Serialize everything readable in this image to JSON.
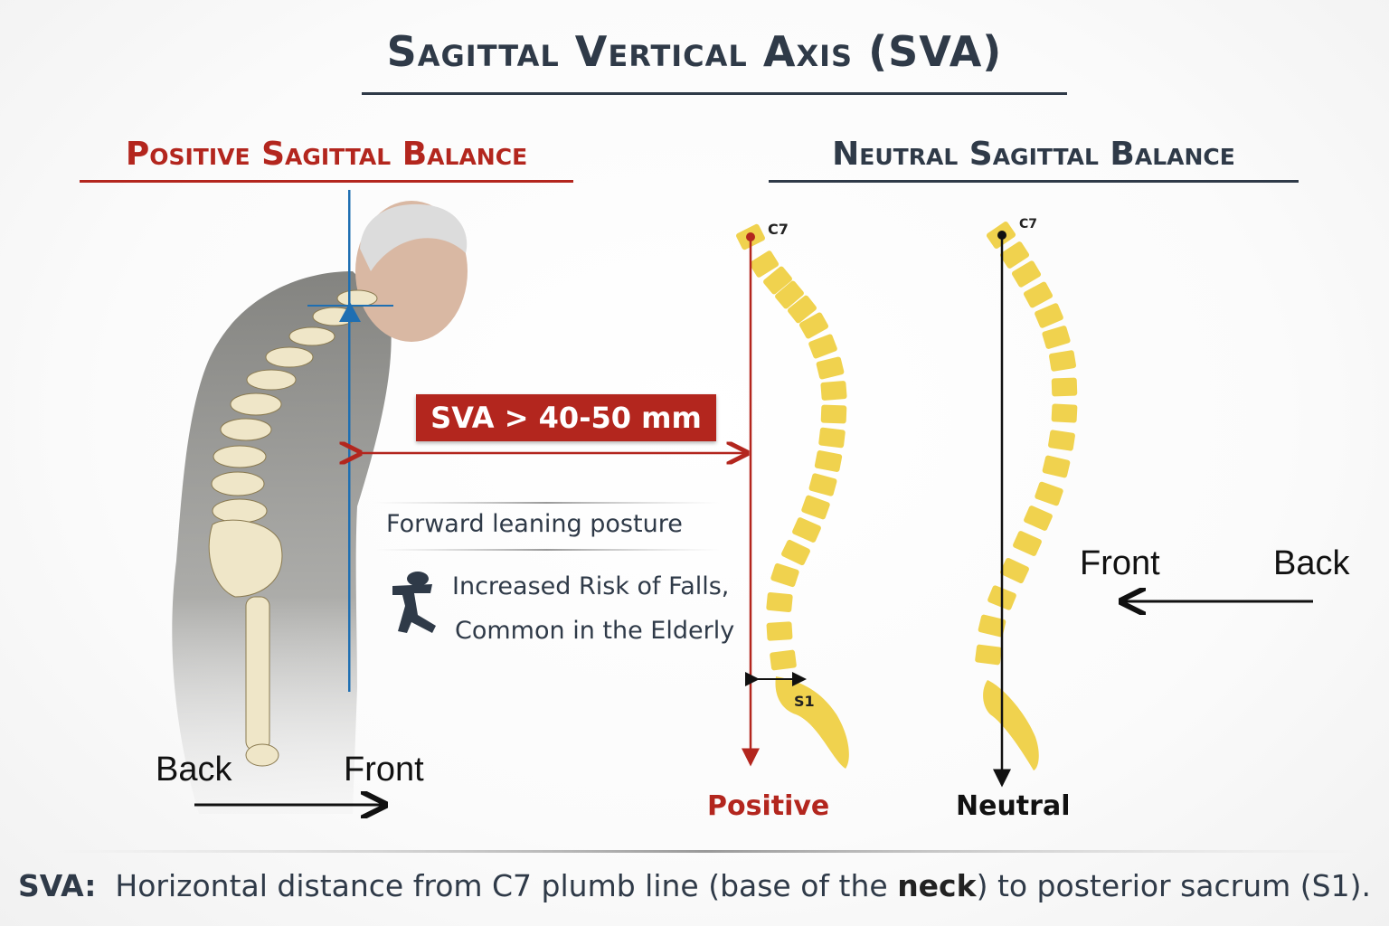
{
  "title": "Sagittal Vertical Axis (SVA)",
  "left_panel": {
    "heading": "Positive Sagittal Balance",
    "sva_badge": "SVA > 40-50 mm",
    "posture_note": "Forward leaning posture",
    "risk_line1": "Increased Risk of Falls,",
    "risk_line2": "Common in the Elderly",
    "direction_back": "Back",
    "direction_front": "Front"
  },
  "right_panel": {
    "heading": "Neutral Sagittal Balance",
    "positive_spine": {
      "c7_label": "C7",
      "s1_label": "S1",
      "caption": "Positive"
    },
    "neutral_spine": {
      "c7_label": "C7",
      "caption": "Neutral"
    },
    "direction_front": "Front",
    "direction_back": "Back"
  },
  "footer": {
    "term": "SVA:",
    "text_before": "Horizontal distance from C7 plumb line (base of the ",
    "bold": "neck",
    "text_after": ") to posterior sacrum (S1)."
  },
  "colors": {
    "red": "#b3261e",
    "navy": "#2f3a48",
    "bone": "#f0d24e",
    "blue": "#1f6fb2"
  }
}
